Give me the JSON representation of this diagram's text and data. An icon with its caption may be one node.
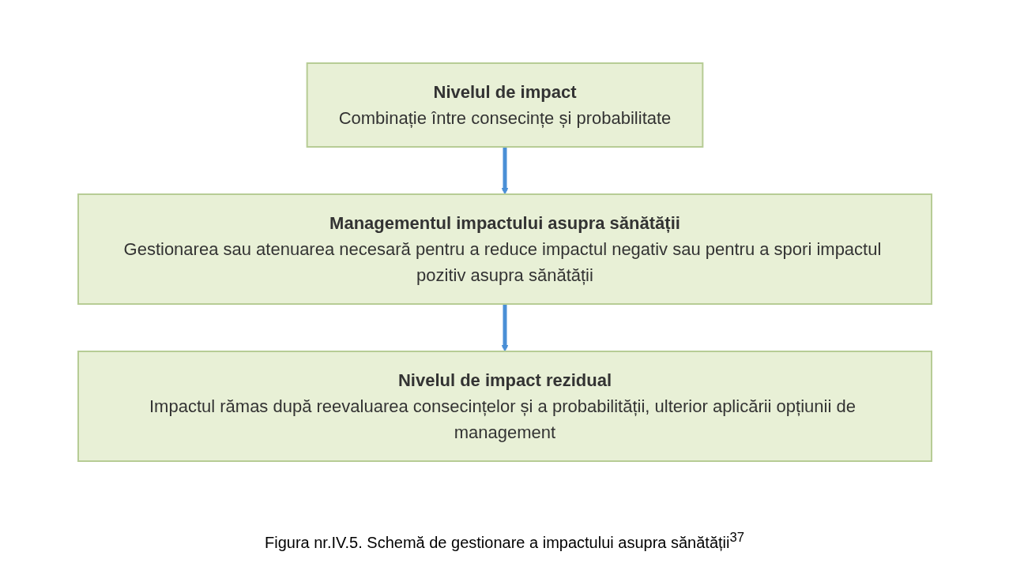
{
  "diagram": {
    "nodes": [
      {
        "text": [
          "Nivelul de impact",
          "Combinație între consecințe și probabilitate"
        ]
      },
      {
        "text": [
          "Managementul impactului asupra sănătății",
          "Gestionarea sau atenuarea necesară pentru a reduce impactul negativ sau pentru a spori impactul pozitiv asupra sănătății"
        ]
      },
      {
        "text": [
          "Nivelul de impact rezidual",
          "Impactul rămas după reevaluarea consecințelor și a probabilității, ulterior aplicării opțiunii de management"
        ]
      }
    ],
    "edges": [
      {
        "from": 0,
        "to": 1,
        "arrow": "to",
        "color": "#4a8fd6"
      },
      {
        "from": 1,
        "to": 2,
        "arrow": "to",
        "color": "#4a8fd6"
      }
    ],
    "caption": "Figura nr.IV.5. Schemă de gestionare a impactului asupra sănătății$^{37}$"
  }
}
